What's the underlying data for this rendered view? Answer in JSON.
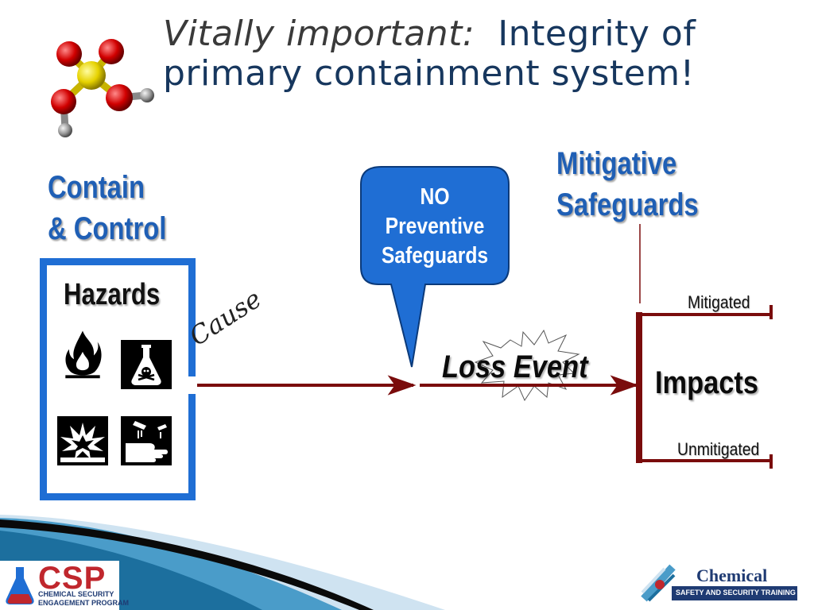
{
  "title": {
    "lead": "Vitally important:",
    "rest": "Integrity of",
    "line2": "primary containment system!"
  },
  "contain": {
    "line1": "Contain",
    "line2": "& Control"
  },
  "hazards": {
    "label": "Hazards",
    "icons": [
      "flammable-icon",
      "toxic-icon",
      "explosive-icon",
      "corrosive-icon"
    ]
  },
  "cause_label": "Cause",
  "callout": {
    "line1": "NO",
    "line2": "Preventive",
    "line3": "Safeguards"
  },
  "loss_event": "Loss Event",
  "mitigative": {
    "line1": "Mitigative",
    "line2": "Safeguards"
  },
  "impacts": "Impacts",
  "outcomes": {
    "mitigated": "Mitigated",
    "unmitigated": "Unmitigated"
  },
  "footer": {
    "csp_name": "CSP",
    "csp_sub1": "CHEMICAL SECURITY",
    "csp_sub2": "ENGAGEMENT PROGRAM",
    "chem_word": "Chemical",
    "chem_bar": "SAFETY AND SECURITY TRAINING"
  },
  "colors": {
    "title": "#17375e",
    "heading_blue": "#1f5fb5",
    "box_blue": "#1f6ed4",
    "arrow_maroon": "#7a0c0c",
    "csp_red": "#c0272d",
    "navy": "#1f3b73"
  }
}
